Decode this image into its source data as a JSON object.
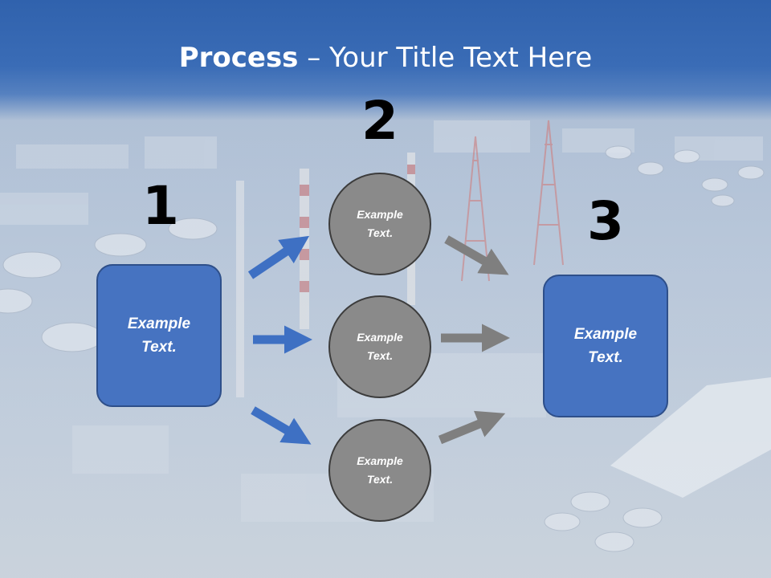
{
  "title": {
    "bold": "Process",
    "rest": " – Your Title Text Here"
  },
  "steps": {
    "one": {
      "number": "1",
      "label": "Example Text."
    },
    "two": {
      "number": "2"
    },
    "three": {
      "number": "3",
      "label": "Example Text."
    }
  },
  "circles": [
    {
      "label": "Example Text."
    },
    {
      "label": "Example Text."
    },
    {
      "label": "Example Text."
    }
  ],
  "colors": {
    "title_bar": "#3062ad",
    "box_fill": "#4673c1",
    "circle_fill": "#8a8a8a",
    "blue_arrow": "#3e70c3",
    "gray_arrow": "#7f7f7f"
  }
}
